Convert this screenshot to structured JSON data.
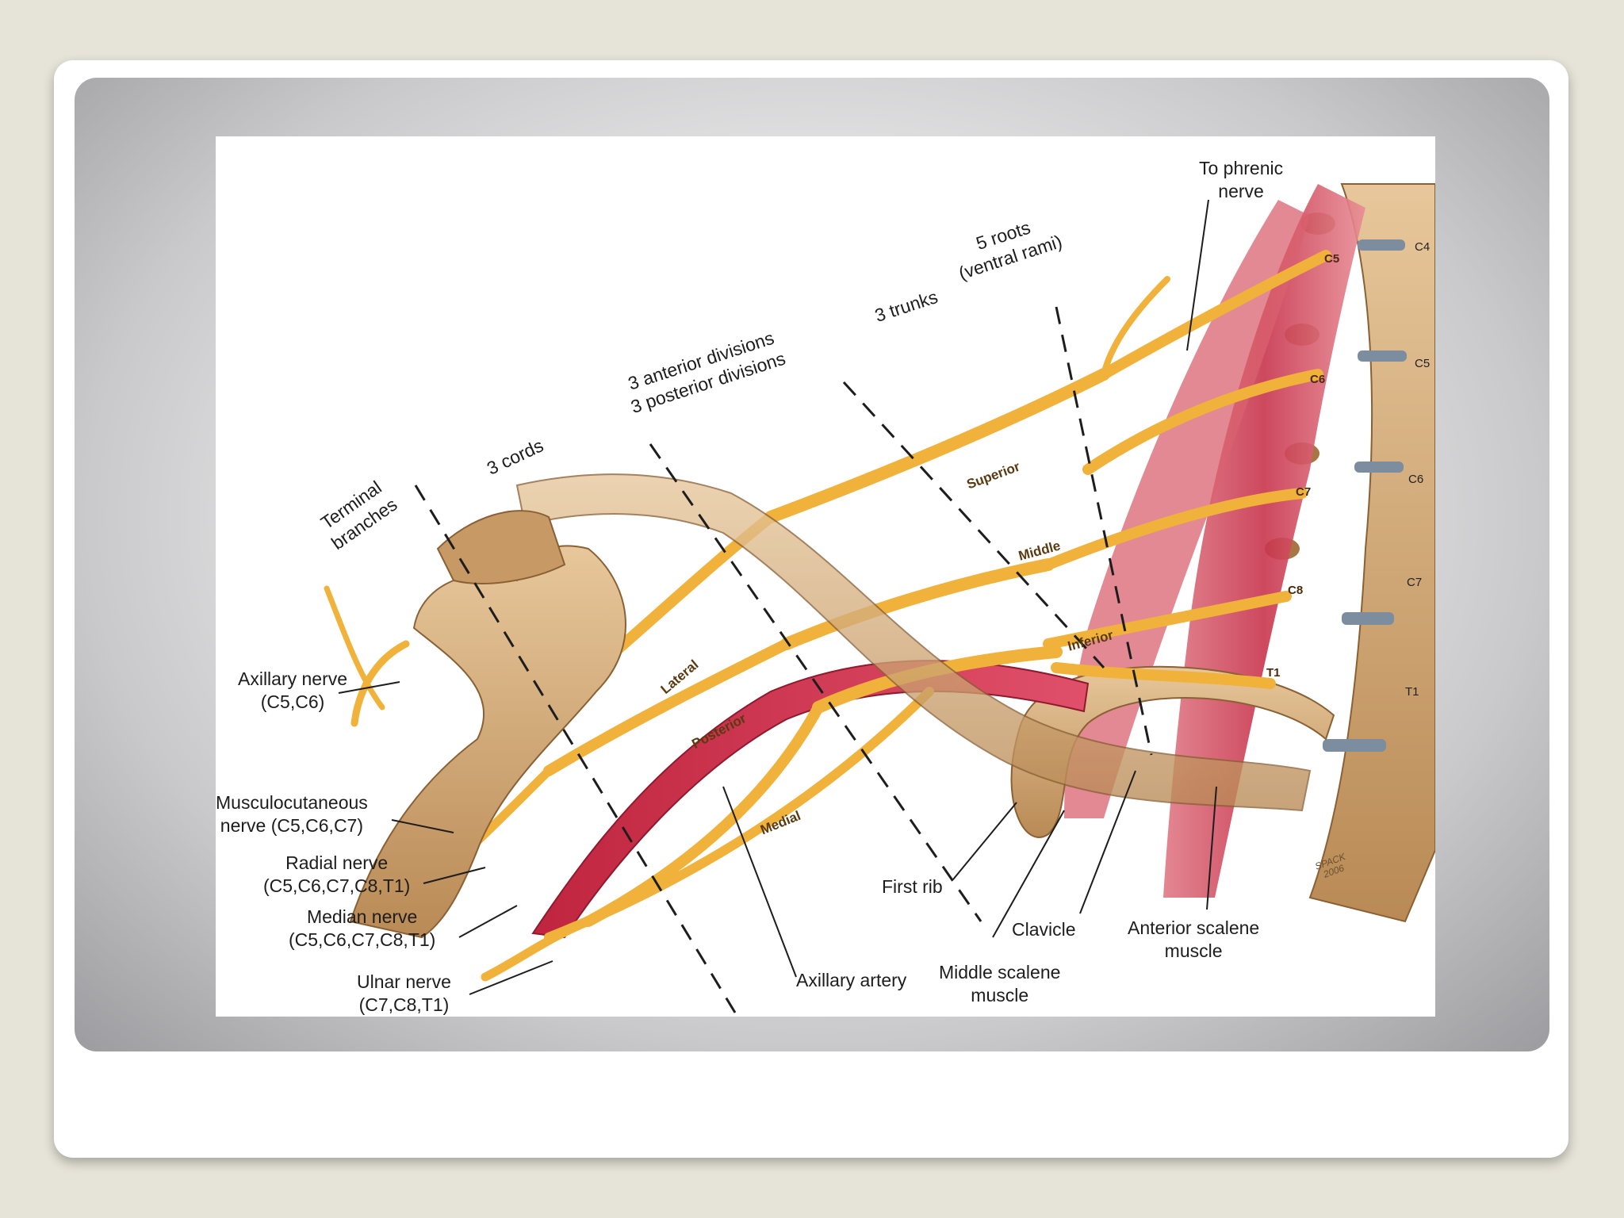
{
  "figure": {
    "levels": {
      "roots": [
        "5 roots",
        "(ventral rami)"
      ],
      "trunks": "3 trunks",
      "divisions": [
        "3 anterior divisions",
        "3 posterior divisions"
      ],
      "cords": "3 cords",
      "terminal": [
        "Terminal",
        "branches"
      ]
    },
    "trunk_labels": {
      "superior": "Superior",
      "middle": "Middle",
      "inferior": "Inferior"
    },
    "cord_labels": {
      "lateral": "Lateral",
      "posterior": "Posterior",
      "medial": "Medial"
    },
    "root_labels": [
      "C5",
      "C6",
      "C7",
      "C8",
      "T1"
    ],
    "vertebra_labels": [
      "C4",
      "C5",
      "C6",
      "C7",
      "T1"
    ],
    "phrenic": [
      "To phrenic",
      "nerve"
    ],
    "left_labels": {
      "axillary": [
        "Axillary nerve",
        "(C5,C6)"
      ],
      "musculocutaneous": [
        "Musculocutaneous",
        "nerve (C5,C6,C7)"
      ],
      "radial": [
        "Radial nerve",
        "(C5,C6,C7,C8,T1)"
      ],
      "median": [
        "Median nerve",
        "(C5,C6,C7,C8,T1)"
      ],
      "ulnar": [
        "Ulnar nerve",
        "(C7,C8,T1)"
      ]
    },
    "bottom_labels": {
      "axillary_artery": "Axillary artery",
      "first_rib": "First rib",
      "middle_scalene": [
        "Middle scalene",
        "muscle"
      ],
      "clavicle": "Clavicle",
      "anterior_scalene": [
        "Anterior scalene",
        "muscle"
      ]
    },
    "signature": [
      "SPACK",
      "2006"
    ]
  }
}
